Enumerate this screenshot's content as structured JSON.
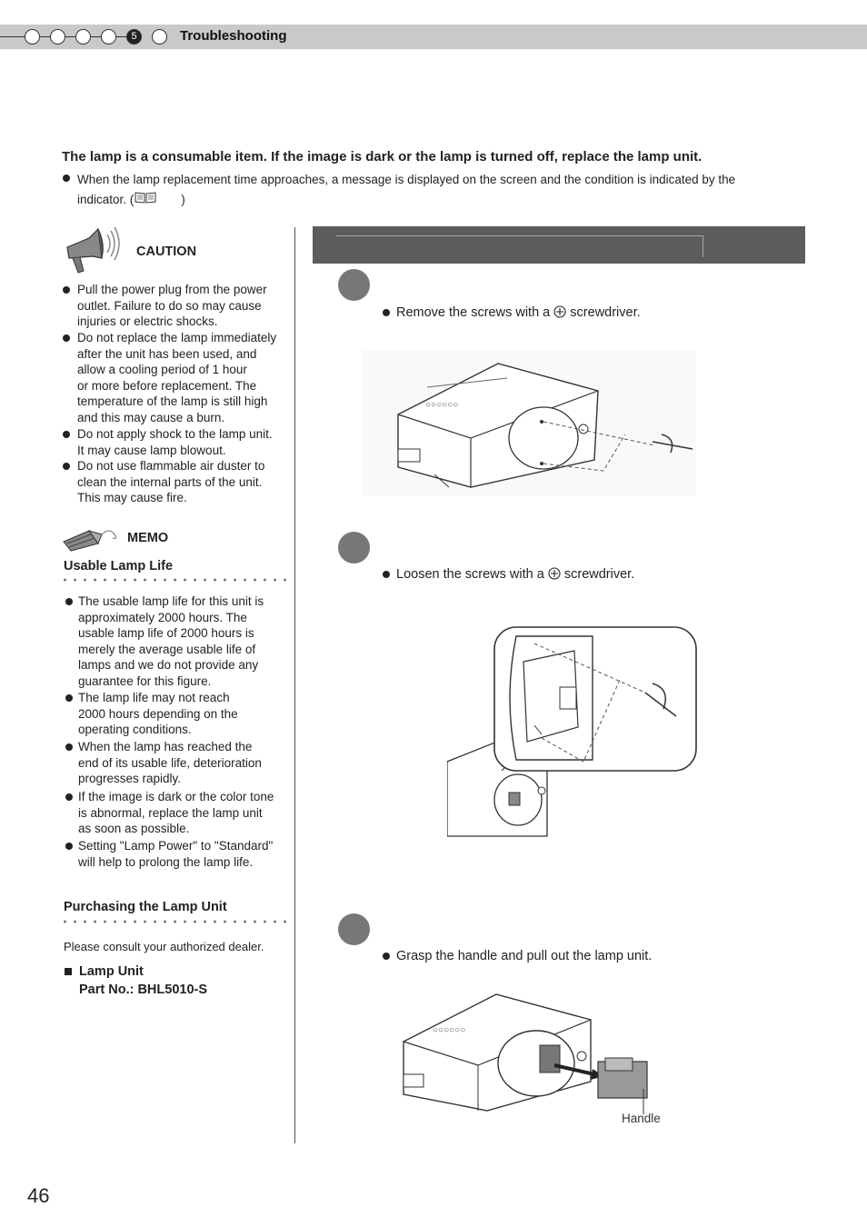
{
  "header": {
    "chapter_number": "5",
    "title": "Troubleshooting"
  },
  "intro": {
    "bold": "The lamp is a consumable item. If the image is dark or the lamp is turned off, replace the lamp unit.",
    "line1": "When the lamp replacement time approaches, a message is displayed on the screen and the condition is indicated by the",
    "line2_prefix": "indicator. (",
    "line2_suffix": ")",
    "book_icon": "book-icon"
  },
  "caution": {
    "label": "CAUTION",
    "icon": "megaphone-icon",
    "items": [
      [
        "Pull the power plug from the power",
        "outlet. Failure to do so may cause",
        "injuries or electric shocks."
      ],
      [
        "Do not replace the lamp immediately",
        "after the unit has been used, and",
        "allow a cooling period of 1 hour",
        "or more before replacement. The",
        "temperature of the lamp is still high",
        "and this may cause a burn."
      ],
      [
        "Do not apply shock to the lamp unit.",
        "It may cause lamp blowout."
      ],
      [
        "Do not use flammable air duster to",
        "clean the internal parts of the unit.",
        "This may cause fire."
      ]
    ]
  },
  "memo": {
    "label": "MEMO",
    "icon": "pencil-icon",
    "usable_life": {
      "heading": "Usable Lamp Life",
      "items": [
        [
          "The usable lamp life for this unit is",
          "approximately 2000 hours. The",
          "usable lamp life of 2000 hours is",
          "merely the average usable life of",
          "lamps and we do not provide any",
          "guarantee for this figure."
        ],
        [
          "The lamp life may not reach",
          "2000 hours depending on the",
          "operating conditions."
        ],
        [
          "When the lamp has reached the",
          "end of its usable life, deterioration",
          "progresses rapidly."
        ],
        [
          "If the image is dark or the color tone",
          "is abnormal, replace the lamp unit",
          "as soon as possible."
        ],
        [
          "Setting \"Lamp Power\" to \"Standard\"",
          "will help to prolong the lamp life."
        ]
      ]
    },
    "purchasing": {
      "heading": "Purchasing the Lamp Unit",
      "text": "Please consult your authorized dealer.",
      "part_title": "Lamp Unit",
      "part_no": "Part No.: BHL5010-S"
    }
  },
  "steps": [
    {
      "text_before": "Remove the screws with a",
      "text_after": "screwdriver.",
      "icon": "phillips-plus-icon"
    },
    {
      "text_before": "Loosen the screws with a",
      "text_after": "screwdriver.",
      "icon": "phillips-plus-icon"
    },
    {
      "text_before": "Grasp the handle and pull out the lamp unit.",
      "text_after": ""
    }
  ],
  "handle_label": "Handle",
  "page_number": "46"
}
